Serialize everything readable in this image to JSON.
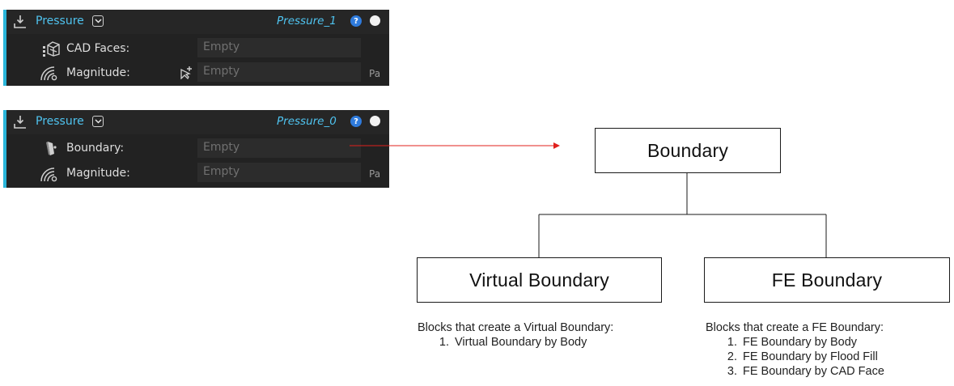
{
  "panels": [
    {
      "title": "Pressure",
      "name": "Pressure_1",
      "help": "?",
      "rows": [
        {
          "label": "CAD Faces:",
          "value": "Empty",
          "unit": ""
        },
        {
          "label": "Magnitude:",
          "value": "Empty",
          "unit": "Pa"
        }
      ]
    },
    {
      "title": "Pressure",
      "name": "Pressure_0",
      "help": "?",
      "rows": [
        {
          "label": "Boundary:",
          "value": "Empty",
          "unit": ""
        },
        {
          "label": "Magnitude:",
          "value": "Empty",
          "unit": "Pa"
        }
      ]
    }
  ],
  "diagram": {
    "root": "Boundary",
    "children": [
      {
        "label": "Virtual Boundary",
        "note_heading": "Blocks that create a Virtual Boundary:",
        "items": [
          "Virtual Boundary by Body"
        ]
      },
      {
        "label": "FE Boundary",
        "note_heading": "Blocks that create a FE Boundary:",
        "items": [
          "FE Boundary by Body",
          "FE Boundary by Flood Fill",
          "FE Boundary by CAD Face"
        ]
      }
    ]
  },
  "colors": {
    "panel_bg": "#222222",
    "accent": "#2ab5d9",
    "title_text": "#4fc3ef",
    "help_badge": "#2f7bdc",
    "arrow": "#e0201c"
  }
}
